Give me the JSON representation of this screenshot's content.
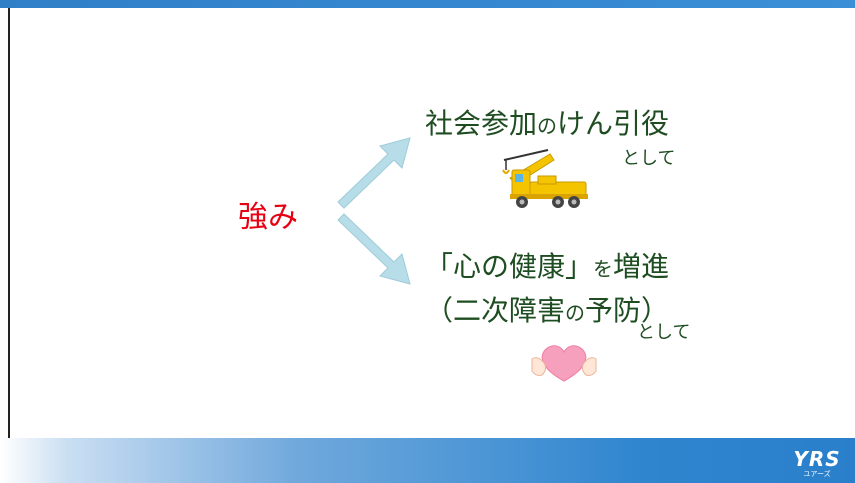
{
  "slide": {
    "strength_label": "強み",
    "role_social": {
      "part1": "社会参加",
      "particle": "の",
      "part2": "けん引役",
      "suffix": "として"
    },
    "role_health": {
      "line1_part1": "「心の健康」",
      "line1_particle": "を",
      "line1_part2": "増進",
      "line2_part1": "（二次障害",
      "line2_particle": "の",
      "line2_part2": "予防）",
      "suffix": "として"
    },
    "logo": {
      "main": "YRS",
      "sub": "ユアーズ"
    }
  },
  "colors": {
    "strength": "#e60012",
    "role_text": "#1f4d22",
    "arrow": "#b7dde8",
    "bar_blue": "#2f86cf"
  },
  "icons": [
    "arrow-up-right-icon",
    "arrow-down-right-icon",
    "crane-truck-icon",
    "heart-hands-icon",
    "yrs-logo"
  ]
}
